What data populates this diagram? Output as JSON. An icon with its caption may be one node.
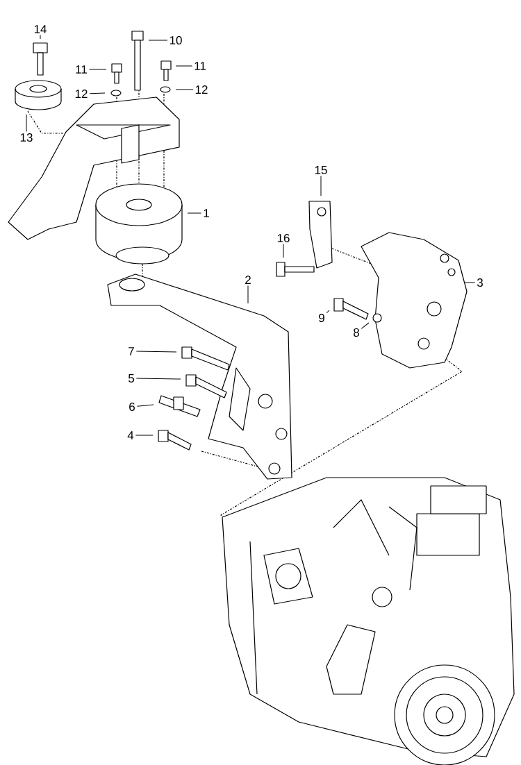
{
  "diagram": {
    "nodes": [
      {
        "text": [
          "14"
        ]
      },
      {
        "text": [
          "10"
        ]
      },
      {
        "text": [
          "11"
        ]
      },
      {
        "text": [
          "11"
        ]
      },
      {
        "text": [
          "12"
        ]
      },
      {
        "text": [
          "12"
        ]
      },
      {
        "text": [
          "13"
        ]
      },
      {
        "text": [
          "15"
        ]
      },
      {
        "text": [
          "1"
        ]
      },
      {
        "text": [
          "16"
        ]
      },
      {
        "text": [
          "2"
        ]
      },
      {
        "text": [
          "3"
        ]
      },
      {
        "text": [
          "9"
        ]
      },
      {
        "text": [
          "8"
        ]
      },
      {
        "text": [
          "7"
        ]
      },
      {
        "text": [
          "5"
        ]
      },
      {
        "text": [
          "6"
        ]
      },
      {
        "text": [
          "4"
        ]
      }
    ],
    "edges": [
      {
        "from": 0,
        "to": null,
        "arrow": "none"
      },
      {
        "from": 1,
        "to": null,
        "arrow": "none"
      },
      {
        "from": 2,
        "to": null,
        "arrow": "none"
      },
      {
        "from": 3,
        "to": null,
        "arrow": "none"
      },
      {
        "from": 4,
        "to": null,
        "arrow": "none"
      },
      {
        "from": 5,
        "to": null,
        "arrow": "none"
      },
      {
        "from": 6,
        "to": null,
        "arrow": "none"
      },
      {
        "from": 7,
        "to": null,
        "arrow": "none"
      },
      {
        "from": 8,
        "to": null,
        "arrow": "none"
      },
      {
        "from": 9,
        "to": null,
        "arrow": "none"
      },
      {
        "from": 10,
        "to": null,
        "arrow": "none"
      },
      {
        "from": 11,
        "to": null,
        "arrow": "none"
      },
      {
        "from": 12,
        "to": null,
        "arrow": "none"
      },
      {
        "from": 13,
        "to": null,
        "arrow": "none"
      },
      {
        "from": 14,
        "to": null,
        "arrow": "none"
      },
      {
        "from": 15,
        "to": null,
        "arrow": "none"
      },
      {
        "from": 16,
        "to": null,
        "arrow": "none"
      },
      {
        "from": 17,
        "to": null,
        "arrow": "none"
      }
    ]
  }
}
